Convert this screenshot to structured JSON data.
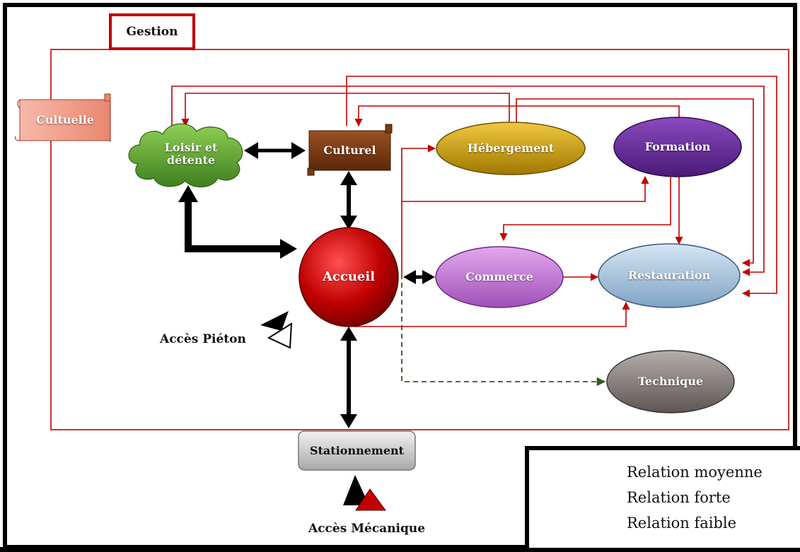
{
  "diagram": {
    "gestion": "Gestion",
    "nodes": {
      "cultuelle": "Cultuelle",
      "loisir_line1": "Loisir et",
      "loisir_line2": "détente",
      "culturel": "Culturel",
      "hebergement": "Hébergement",
      "formation": "Formation",
      "accueil": "Accueil",
      "commerce": "Commerce",
      "restauration": "Restauration",
      "technique": "Technique",
      "stationnement": "Stationnement"
    },
    "access": {
      "pieton": "Accès Piéton",
      "mecanique": "Accès Mécanique"
    },
    "legend": [
      {
        "label": "Relation moyenne",
        "color": "#c00000",
        "style": "thin-arrow"
      },
      {
        "label": "Relation forte",
        "color": "#000000",
        "style": "thick-double-arrow"
      },
      {
        "label": "Relation faible",
        "color": "#375623",
        "style": "dashed-arrow"
      }
    ],
    "colors": {
      "moyenne": "#c00000",
      "forte": "#000000",
      "faible": "#375623",
      "cultuelle": "#f4a38f",
      "loisir": "#6aab3a",
      "culturel": "#7a3a12",
      "hebergement": "#d8a400",
      "formation": "#6a2a9e",
      "accueil": "#c00000",
      "commerce": "#c77bd6",
      "restauration": "#a9c6e0",
      "technique": "#8a8380",
      "stationnement": "#cfcfcf"
    }
  }
}
